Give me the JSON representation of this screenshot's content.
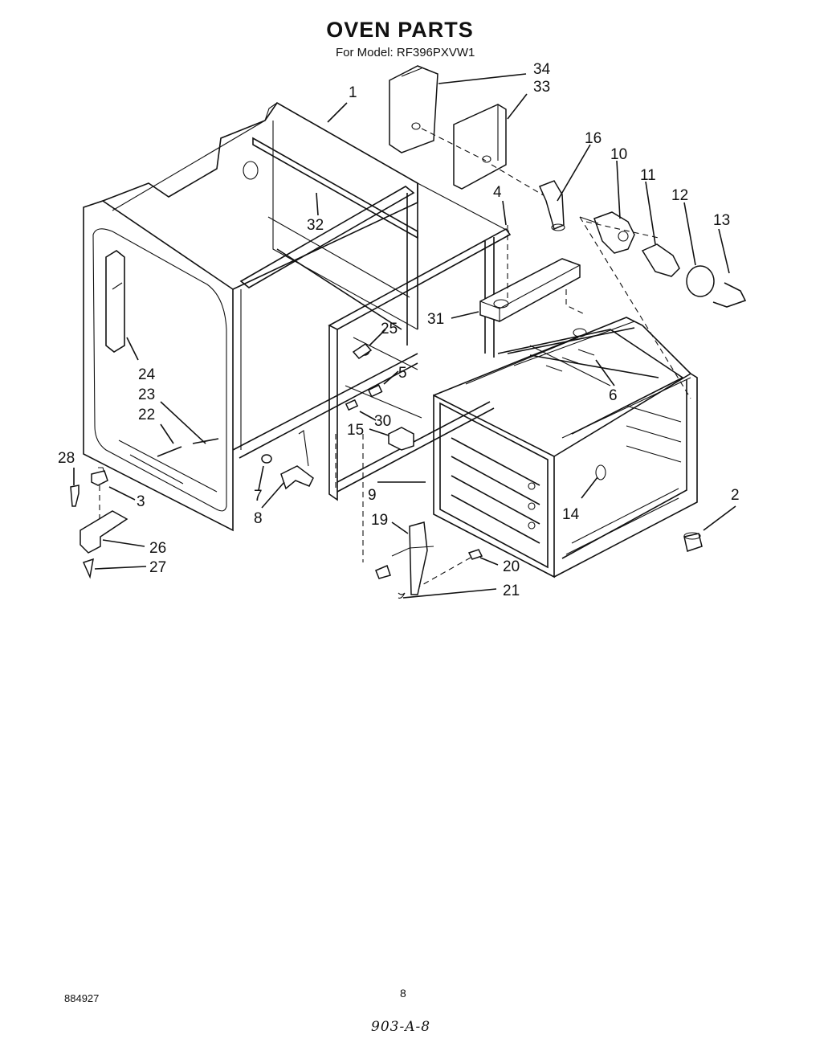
{
  "header": {
    "title": "OVEN PARTS",
    "subtitle": "For Model: RF396PXVW1"
  },
  "callouts": [
    "1",
    "2",
    "3",
    "4",
    "5",
    "6",
    "7",
    "8",
    "9",
    "10",
    "11",
    "12",
    "13",
    "14",
    "15",
    "16",
    "19",
    "20",
    "21",
    "22",
    "23",
    "24",
    "25",
    "26",
    "27",
    "28",
    "30",
    "31",
    "32",
    "33",
    "34"
  ],
  "footer": {
    "drawing_number": "884927",
    "page_number": "8",
    "handwritten_note": "903-A-8"
  }
}
